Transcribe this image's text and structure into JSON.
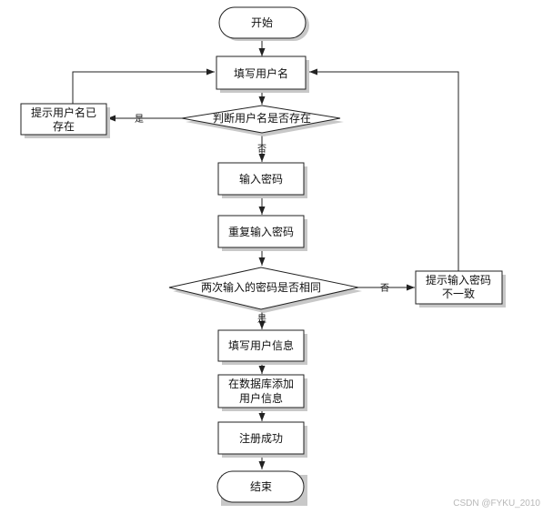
{
  "flow": {
    "start": "开始",
    "fill_username": "填写用户名",
    "check_username": "判断用户名是否存在",
    "username_exists": "提示用户名已存在",
    "username_exists_line1": "提示用户名已",
    "username_exists_line2": "存在",
    "enter_password": "输入密码",
    "repeat_password": "重复输入密码",
    "check_same": "两次输入的密码是否相同",
    "mismatch": "提示输入密码不一致",
    "mismatch_line1": "提示输入密码",
    "mismatch_line2": "不一致",
    "fill_info": "填写用户信息",
    "db_add": "在数据库添加用户信息",
    "db_add_line1": "在数据库添加",
    "db_add_line2": "用户信息",
    "success": "注册成功",
    "end": "结束"
  },
  "labels": {
    "yes": "是",
    "no": "否"
  },
  "watermark": "CSDN @FYKU_2010"
}
